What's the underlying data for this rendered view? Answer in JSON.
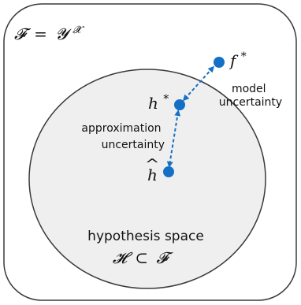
{
  "outer_label": {
    "lhs": "𝓕",
    "eq": "=",
    "base": "𝓨",
    "sup": "𝓧"
  },
  "ellipse_label": {
    "line1": "hypothesis space",
    "lhs": "𝓗",
    "op": "⊂",
    "rhs": "𝓕"
  },
  "points": {
    "f_star": {
      "base": "f",
      "sup": "*"
    },
    "h_star": {
      "base": "h",
      "sup": "*"
    },
    "h_hat": {
      "base": "h",
      "hat": "^"
    }
  },
  "annotations": {
    "model": {
      "line1": "model",
      "line2": "uncertainty"
    },
    "approximation": {
      "line1": "approximation",
      "line2": "uncertainty"
    }
  },
  "colors": {
    "accent": "#1470c4",
    "ellipse_fill": "#efefef",
    "outline": "#3a3a3a"
  }
}
